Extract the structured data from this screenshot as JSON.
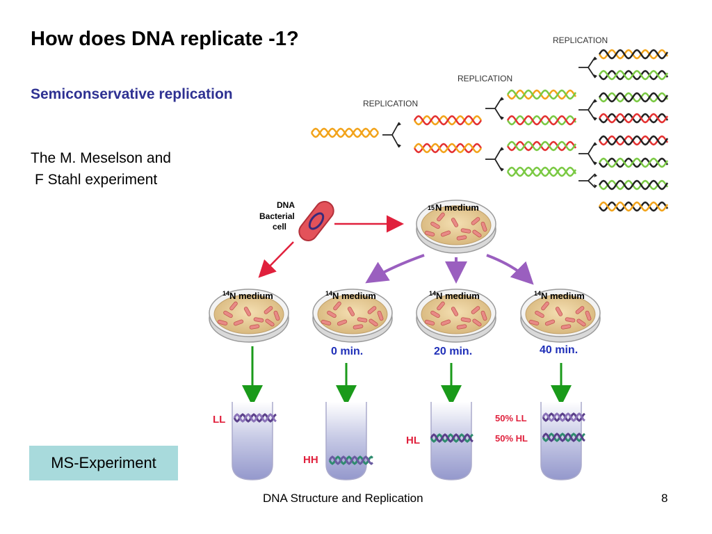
{
  "slide": {
    "title": "How does DNA replicate -1?",
    "subtitle": "Semiconservative replication",
    "experiment_lines": [
      "The M. Meselson and",
      "F Stahl experiment"
    ],
    "ms_button": "MS-Experiment",
    "footer": "DNA Structure and Replication",
    "page_number": "8"
  },
  "replication_figure": {
    "labels": [
      "REPLICATION",
      "REPLICATION",
      "REPLICATION"
    ]
  },
  "experiment_figure": {
    "source_labels": [
      "DNA",
      "Bacterial",
      "cell"
    ],
    "n15_dish": {
      "superscript": "15",
      "label": "N medium"
    },
    "n14_dishes": [
      {
        "superscript": "14",
        "label": "N medium"
      },
      {
        "superscript": "14",
        "label": "N medium"
      },
      {
        "superscript": "14",
        "label": "N medium"
      },
      {
        "superscript": "14",
        "label": "N medium"
      }
    ],
    "times": [
      "0 min.",
      "20 min.",
      "40 min."
    ],
    "tube_labels": [
      "LL",
      "HH",
      "HL",
      "50% LL",
      "50% HL"
    ]
  },
  "colors": {
    "title_blue": "#2e3192",
    "ms_box": "#a8dadc",
    "arrow_green": "#1a9a1a",
    "arrow_red": "#e0203c",
    "arrow_purple": "#9a5fbf",
    "time_blue": "#1f2fb8",
    "tube_red": "#e0203c",
    "strand_orange": "#f2a31a",
    "strand_red": "#e43030",
    "strand_green": "#7ac943",
    "strand_black": "#222222"
  }
}
